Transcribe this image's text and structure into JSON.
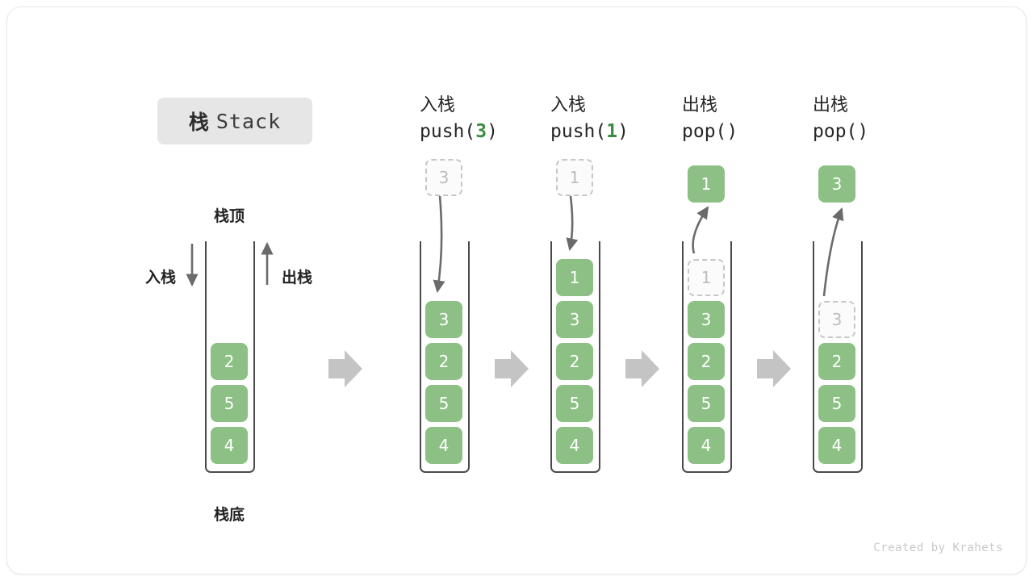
{
  "title": {
    "cn": "栈",
    "en": "Stack"
  },
  "labels": {
    "stack_top": "栈顶",
    "stack_bottom": "栈底",
    "push_left": "入栈",
    "pop_left": "出栈"
  },
  "footer": "Created by Krahets",
  "colors": {
    "cell_green": "#8cc084",
    "code_green": "#3c8c40",
    "ghost_border": "#c6c6c6",
    "ghost_text": "#bdbdbd",
    "container_stroke": "#4a4a4a",
    "flow_arrow": "#c4c4c4",
    "title_chip_bg": "#e6e6e6",
    "card_bg": "#ffffff"
  },
  "columns": [
    {
      "id": "initial",
      "header_cn": "",
      "header_code": "",
      "stack": [
        "2",
        "5",
        "4"
      ],
      "above": null,
      "ghost_index": null
    },
    {
      "id": "push-3",
      "header_cn": "入栈",
      "header_code_prefix": "push(",
      "header_code_arg": "3",
      "header_code_suffix": ")",
      "stack": [
        "3",
        "2",
        "5",
        "4"
      ],
      "above": {
        "value": "3",
        "style": "ghost"
      },
      "ghost_index": null
    },
    {
      "id": "push-1",
      "header_cn": "入栈",
      "header_code_prefix": "push(",
      "header_code_arg": "1",
      "header_code_suffix": ")",
      "stack": [
        "1",
        "3",
        "2",
        "5",
        "4"
      ],
      "above": {
        "value": "1",
        "style": "ghost"
      },
      "ghost_index": null
    },
    {
      "id": "pop-1",
      "header_cn": "出栈",
      "header_code_prefix": "pop(",
      "header_code_arg": "",
      "header_code_suffix": ")",
      "stack": [
        "1",
        "3",
        "2",
        "5",
        "4"
      ],
      "above": {
        "value": "1",
        "style": "solid"
      },
      "ghost_index": 0
    },
    {
      "id": "pop-3",
      "header_cn": "出栈",
      "header_code_prefix": "pop(",
      "header_code_arg": "",
      "header_code_suffix": ")",
      "stack": [
        "3",
        "2",
        "5",
        "4"
      ],
      "above": {
        "value": "3",
        "style": "solid"
      },
      "ghost_index": 0
    }
  ]
}
